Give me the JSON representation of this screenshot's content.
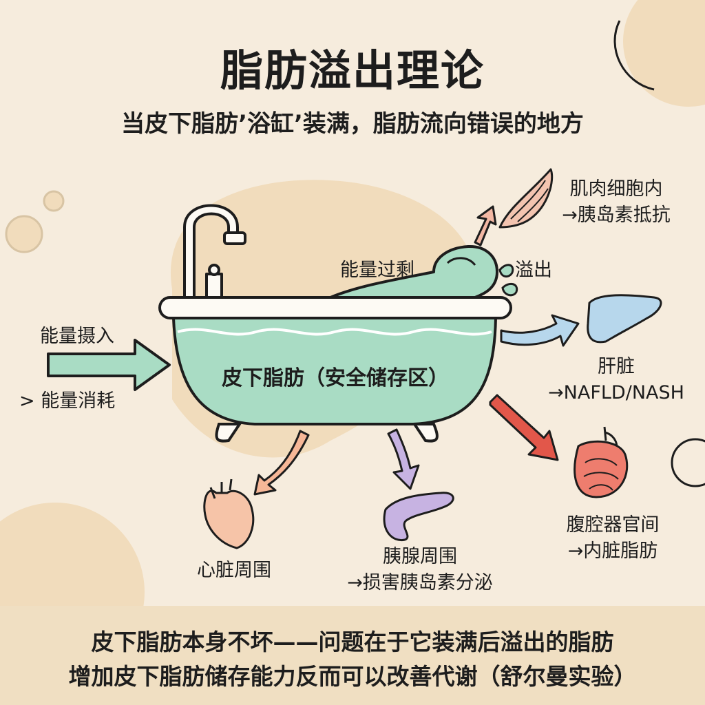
{
  "title": "脂肪溢出理论",
  "subtitle": "当皮下脂肪’浴缸’装满，脂肪流向错误的地方",
  "input": {
    "line1": "能量摄入",
    "line2": "> 能量消耗"
  },
  "bathtub": {
    "label": "皮下脂肪（安全储存区）"
  },
  "excess_label": "能量过剩",
  "overflow_label": "溢出",
  "destinations": {
    "muscle": {
      "name": "肌肉细胞内",
      "effect": "→胰岛素抵抗",
      "color": "#e26a58"
    },
    "liver": {
      "name": "肝脏",
      "effect": "→NAFLD/NASH",
      "color": "#9cc7e0"
    },
    "abdomen": {
      "name": "腹腔器官间",
      "effect": "→内脏脂肪",
      "color": "#e2574a"
    },
    "pancreas": {
      "name": "胰腺周围",
      "effect": "→损害胰岛素分泌",
      "color": "#b39bd1"
    },
    "heart": {
      "name": "心脏周围",
      "color": "#f3a27e"
    }
  },
  "footer": {
    "line1": "皮下脂肪本身不坏——问题在于它装满后溢出的脂肪",
    "line2": "增加皮下脂肪储存能力反而可以改善代谢（舒尔曼实验）"
  }
}
